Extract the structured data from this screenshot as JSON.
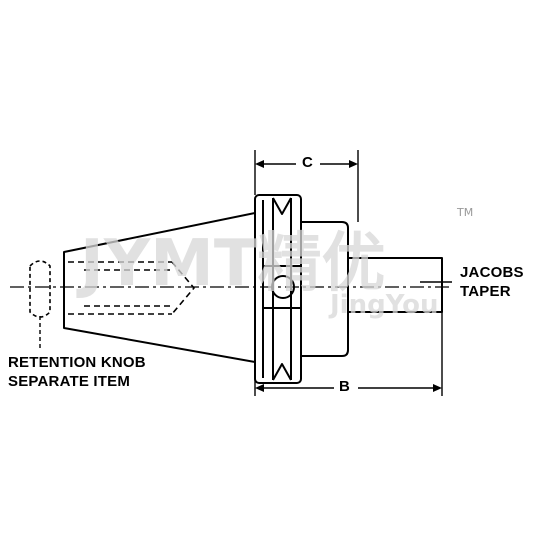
{
  "labels": {
    "dim_c": "C",
    "dim_b": "B",
    "jacobs_line1": "JACOBS",
    "jacobs_line2": "TAPER",
    "retention_line1": "RETENTION KNOB",
    "retention_line2": "SEPARATE ITEM"
  },
  "watermark": {
    "main": "JYMT精优",
    "sub": "JingYou",
    "trademark": "TM"
  }
}
